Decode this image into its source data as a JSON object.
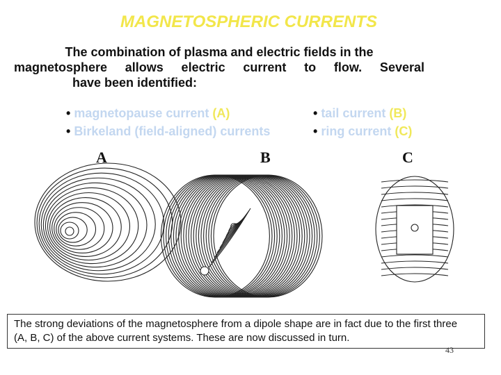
{
  "slide": {
    "title": "MAGNETOSPHERIC CURRENTS",
    "intro": {
      "line1": "The combination of plasma and electric fields in the",
      "line2": "magnetosphere  allows  electric  current  to  flow.    Several",
      "line3": "have been identified:"
    },
    "bullets_left": [
      {
        "text": "magnetopause current ",
        "label": "(A)"
      },
      {
        "text": "Birkeland (field-aligned) currents",
        "label": ""
      }
    ],
    "bullets_right": [
      {
        "text": "tail current ",
        "label": "(B)"
      },
      {
        "text": "ring current ",
        "label": "(C)"
      }
    ],
    "figure_labels": [
      "A",
      "B",
      "C"
    ],
    "note": "The strong deviations of the magnetosphere from a dipole shape are in fact due to the first three (A, B, C) of the above current systems.  These are now discussed in turn.",
    "page_number": "43"
  },
  "colors": {
    "title": "#f2e64a",
    "bullet_text": "#c3d7f0",
    "bullet_label": "#f0e85a",
    "line_art": "#222222"
  }
}
